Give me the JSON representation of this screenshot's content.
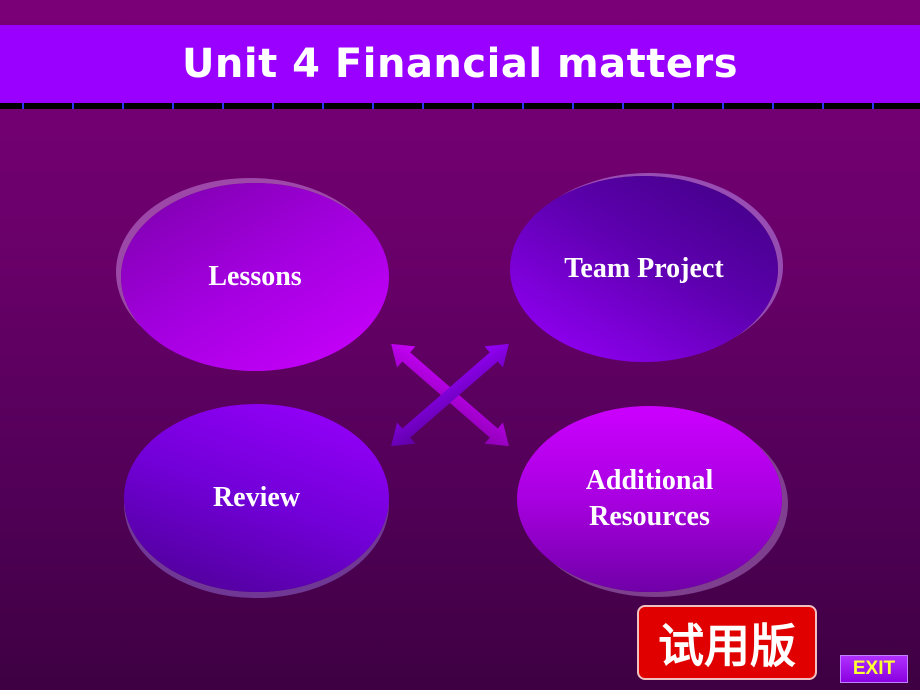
{
  "title": "Unit 4 Financial matters",
  "menu": {
    "lessons": "Lessons",
    "team_project": "Team Project",
    "review": "Review",
    "additional_line1": "Additional",
    "additional_line2": "Resources"
  },
  "badge": {
    "trial_label": "试用版"
  },
  "exit": {
    "label": "EXIT"
  },
  "colors": {
    "title_bar": "#9900ff",
    "background": "#6a006a",
    "badge": "#e00000",
    "exit_text": "#ffff33"
  }
}
